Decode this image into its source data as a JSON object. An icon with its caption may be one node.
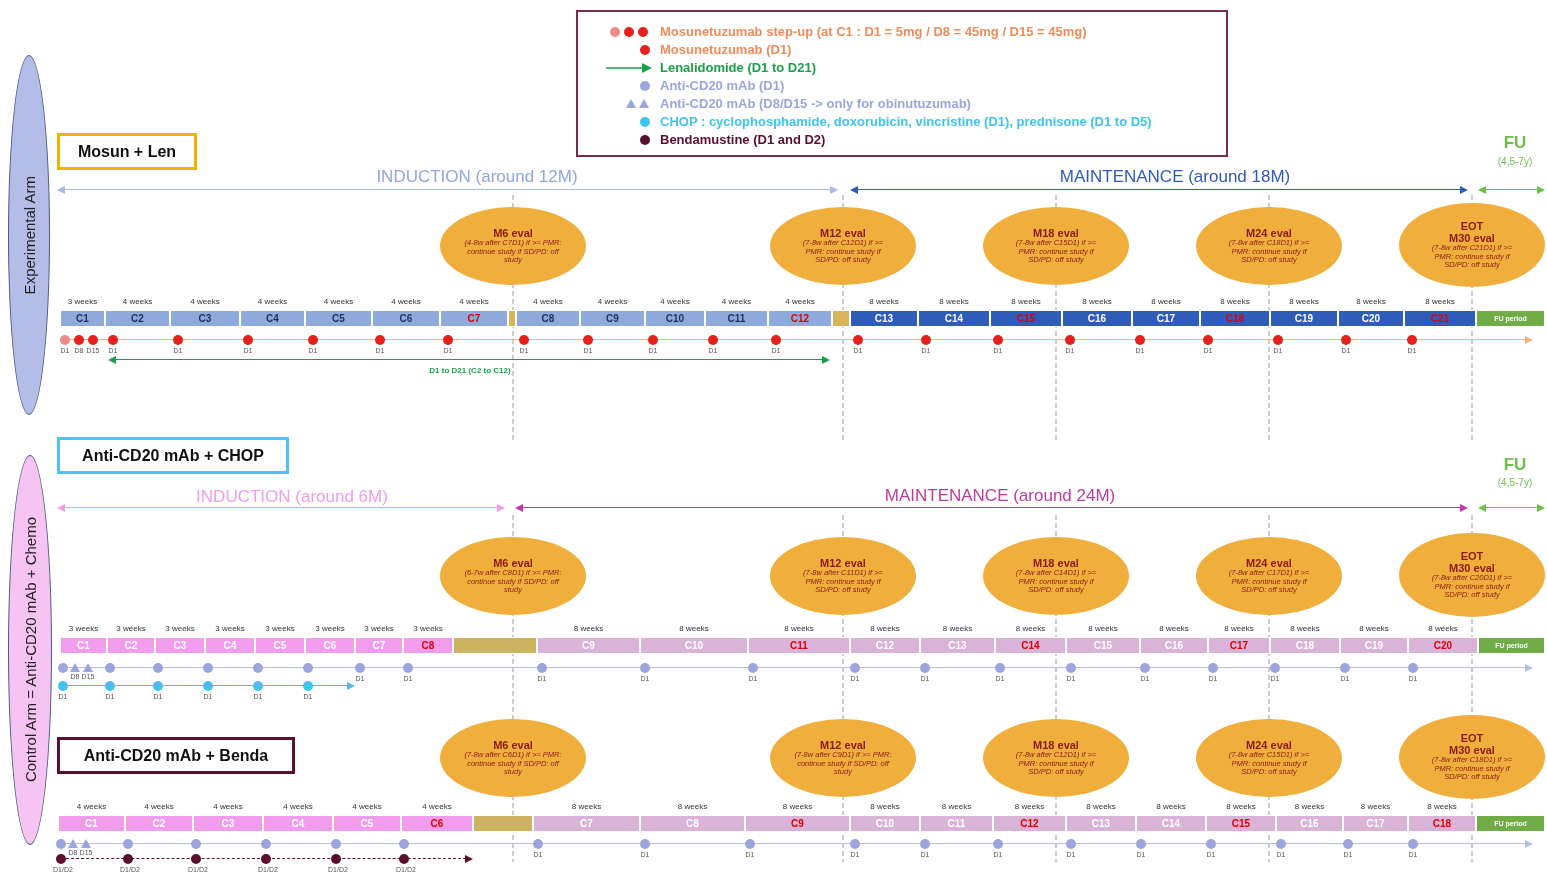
{
  "diagram": {
    "nodes": [
      {
        "text": [
          "Experimental Arm"
        ]
      },
      {
        "text": [
          "Mosun + Len"
        ]
      },
      {
        "text": [
          "M6 eval",
          "(4-8w after C7D1) if >= PMR: continue study if SD/PD: off study"
        ]
      },
      {
        "text": [
          "M12 eval",
          "(7-8w after C12D1) if >= PMR: continue study if SD/PD: off study"
        ]
      },
      {
        "text": [
          "M18 eval",
          "(7-8w after C15D1) if >= PMR: continue study if SD/PD: off study"
        ]
      },
      {
        "text": [
          "M24 eval",
          "(7-8w after C18D1) if >= PMR: continue study if SD/PD: off study"
        ]
      },
      {
        "text": [
          "EOT",
          "M30 eval",
          "(7-8w after C21D1) if >= PMR: continue study if SD/PD: off study"
        ]
      },
      {
        "text": [
          "C1"
        ],
        "beside": [
          "3 weeks",
          "D1",
          "D8",
          "D15"
        ]
      },
      {
        "text": [
          "C2"
        ],
        "beside": [
          "4 weeks",
          "D1"
        ]
      },
      {
        "text": [
          "C3"
        ],
        "beside": [
          "4 weeks",
          "D1"
        ]
      },
      {
        "text": [
          "C4"
        ],
        "beside": [
          "4 weeks",
          "D1"
        ]
      },
      {
        "text": [
          "C5"
        ],
        "beside": [
          "4 weeks",
          "D1"
        ]
      },
      {
        "text": [
          "C6"
        ],
        "beside": [
          "4 weeks",
          "D1"
        ]
      },
      {
        "text": [
          "C7"
        ],
        "beside": [
          "4 weeks",
          "D1"
        ]
      },
      {
        "text": [],
        "shape": "bar"
      },
      {
        "text": [
          "C8"
        ],
        "beside": [
          "4 weeks",
          "D1"
        ]
      },
      {
        "text": [
          "C9"
        ],
        "beside": [
          "4 weeks",
          "D1"
        ]
      },
      {
        "text": [
          "C10"
        ],
        "beside": [
          "4 weeks",
          "D1"
        ]
      },
      {
        "text": [
          "C11"
        ],
        "beside": [
          "4 weeks",
          "D1"
        ]
      },
      {
        "text": [
          "C12"
        ],
        "beside": [
          "4 weeks",
          "D1"
        ]
      },
      {
        "text": [],
        "shape": "bar"
      },
      {
        "text": [
          "C13"
        ],
        "beside": [
          "8 weeks",
          "D1"
        ]
      },
      {
        "text": [
          "C14"
        ],
        "beside": [
          "8 weeks",
          "D1"
        ]
      },
      {
        "text": [
          "C15"
        ],
        "beside": [
          "8 weeks",
          "D1"
        ]
      },
      {
        "text": [
          "C16"
        ],
        "beside": [
          "8 weeks",
          "D1"
        ]
      },
      {
        "text": [
          "C17"
        ],
        "beside": [
          "8 weeks",
          "D1"
        ]
      },
      {
        "text": [
          "C18"
        ],
        "beside": [
          "8 weeks",
          "D1"
        ]
      },
      {
        "text": [
          "C19"
        ],
        "beside": [
          "8 weeks",
          "D1"
        ]
      },
      {
        "text": [
          "C20"
        ],
        "beside": [
          "8 weeks",
          "D1"
        ]
      },
      {
        "text": [
          "C21"
        ],
        "beside": [
          "8 weeks",
          "D1"
        ]
      },
      {
        "text": [
          "FU period"
        ]
      },
      {
        "text": [
          "Control Arm = Anti-CD20 mAb + Chemo"
        ]
      },
      {
        "text": [
          "Anti-CD20 mAb + CHOP"
        ]
      },
      {
        "text": [
          "M6 eval",
          "(6-7w after C8D1) if >= PMR: continue study if SD/PD: off study"
        ]
      },
      {
        "text": [
          "M12 eval",
          "(7-8w after C11D1) if >= PMR: continue study if SD/PD: off study"
        ]
      },
      {
        "text": [
          "M18 eval",
          "(7-8w after C14D1) if >= PMR: continue study if SD/PD: off study"
        ]
      },
      {
        "text": [
          "M24 eval",
          "(7-8w after C17D1) if >= PMR: continue study if SD/PD: off study"
        ]
      },
      {
        "text": [
          "EOT",
          "M30 eval",
          "(7-8w after C20D1) if >= PMR: continue study if SD/PD: off study"
        ]
      },
      {
        "text": [
          "C1"
        ],
        "beside": [
          "3 weeks",
          "D8",
          "D15"
        ]
      },
      {
        "text": [
          "C2"
        ],
        "beside": [
          "3 weeks"
        ]
      },
      {
        "text": [
          "C3"
        ],
        "beside": [
          "3 weeks"
        ]
      },
      {
        "text": [
          "C4"
        ],
        "beside": [
          "3 weeks"
        ]
      },
      {
        "text": [
          "C5"
        ],
        "beside": [
          "3 weeks"
        ]
      },
      {
        "text": [
          "C6"
        ],
        "beside": [
          "3 weeks"
        ]
      },
      {
        "text": [
          "C7"
        ],
        "beside": [
          "3 weeks",
          "D1"
        ]
      },
      {
        "text": [
          "C8"
        ],
        "beside": [
          "3 weeks",
          "D1"
        ]
      },
      {
        "text": [],
        "shape": "bar"
      },
      {
        "text": [
          "C9"
        ],
        "beside": [
          "8 weeks",
          "D1"
        ]
      },
      {
        "text": [
          "C10"
        ],
        "beside": [
          "8 weeks",
          "D1"
        ]
      },
      {
        "text": [
          "C11"
        ],
        "beside": [
          "8 weeks",
          "D1"
        ]
      },
      {
        "text": [
          "C12"
        ],
        "beside": [
          "8 weeks",
          "D1"
        ]
      },
      {
        "text": [
          "C13"
        ],
        "beside": [
          "8 weeks",
          "D1"
        ]
      },
      {
        "text": [
          "C14"
        ],
        "beside": [
          "8 weeks",
          "D1"
        ]
      },
      {
        "text": [
          "C15"
        ],
        "beside": [
          "8 weeks",
          "D1"
        ]
      },
      {
        "text": [
          "C16"
        ],
        "beside": [
          "8 weeks",
          "D1"
        ]
      },
      {
        "text": [
          "C17"
        ],
        "beside": [
          "8 weeks",
          "D1"
        ]
      },
      {
        "text": [
          "C18"
        ],
        "beside": [
          "8 weeks",
          "D1"
        ]
      },
      {
        "text": [
          "C19"
        ],
        "beside": [
          "8 weeks",
          "D1"
        ]
      },
      {
        "text": [
          "C20"
        ],
        "beside": [
          "8 weeks",
          "D1"
        ]
      },
      {
        "text": [
          "FU period"
        ]
      },
      {
        "text": [
          "Anti-CD20 mAb + Benda"
        ]
      },
      {
        "text": [
          "M6 eval",
          "(7-8w after C6D1) if >= PMR: continue study if SD/PD: off study"
        ]
      },
      {
        "text": [
          "M12 eval",
          "(7-8w after C9D1) if >= PMR: continue study if SD/PD: off study"
        ]
      },
      {
        "text": [
          "M18 eval",
          "(7-8w after C12D1) if >= PMR: continue study if SD/PD: off study"
        ]
      },
      {
        "text": [
          "M24 eval",
          "(7-8w after C15D1) if >= PMR: continue study if SD/PD: off study"
        ]
      },
      {
        "text": [
          "EOT",
          "M30 eval",
          "(7-8w after C18D1) if >= PMR: continue study if SD/PD: off study"
        ]
      },
      {
        "text": [
          "C1"
        ],
        "beside": [
          "4 weeks",
          "D8",
          "D15"
        ]
      },
      {
        "text": [
          "C2"
        ],
        "beside": [
          "4 weeks"
        ]
      },
      {
        "text": [
          "C3"
        ],
        "beside": [
          "4 weeks"
        ]
      },
      {
        "text": [
          "C4"
        ],
        "beside": [
          "4 weeks"
        ]
      },
      {
        "text": [
          "C5"
        ],
        "beside": [
          "4 weeks"
        ]
      },
      {
        "text": [
          "C6"
        ],
        "beside": [
          "4 weeks"
        ]
      },
      {
        "text": [],
        "shape": "bar"
      },
      {
        "text": [
          "C7"
        ],
        "beside": [
          "8 weeks",
          "D1"
        ]
      },
      {
        "text": [
          "C8"
        ],
        "beside": [
          "8 weeks",
          "D1"
        ]
      },
      {
        "text": [
          "C9"
        ],
        "beside": [
          "8 weeks",
          "D1"
        ]
      },
      {
        "text": [
          "C10"
        ],
        "beside": [
          "8 weeks",
          "D1"
        ]
      },
      {
        "text": [
          "C11"
        ],
        "beside": [
          "8 weeks",
          "D1"
        ]
      },
      {
        "text": [
          "C12"
        ],
        "beside": [
          "8 weeks",
          "D1"
        ]
      },
      {
        "text": [
          "C13"
        ],
        "beside": [
          "8 weeks",
          "D1"
        ]
      },
      {
        "text": [
          "C14"
        ],
        "beside": [
          "8 weeks",
          "D1"
        ]
      },
      {
        "text": [
          "C15"
        ],
        "beside": [
          "8 weeks",
          "D1"
        ]
      },
      {
        "text": [
          "C16"
        ],
        "beside": [
          "8 weeks",
          "D1"
        ]
      },
      {
        "text": [
          "C17"
        ],
        "beside": [
          "8 weeks",
          "D1"
        ]
      },
      {
        "text": [
          "C18"
        ],
        "beside": [
          "8 weeks",
          "D1"
        ]
      },
      {
        "text": [
          "FU period"
        ]
      }
    ],
    "labels": [
      "FU",
      "(4,5-7y)",
      "INDUCTION (around 12M)",
      "MAINTENANCE (around 18M)",
      "D1 to D21 (C2 to C12)",
      "FU",
      "(4,5-7y)",
      "INDUCTION (around 6M)",
      "MAINTENANCE (around 24M)",
      "D1",
      "D1",
      "D1",
      "D1",
      "D1",
      "D1",
      "D1/D2",
      "D1/D2",
      "D1/D2",
      "D1/D2",
      "D1/D2",
      "D1/D2"
    ],
    "legend": [
      {
        "text": "Mosunetuzumab step-up (at C1 : D1 = 5mg / D8 = 45mg / D15 = 45mg)",
        "color": "#e8201c"
      },
      {
        "text": "Mosunetuzumab (D1)",
        "color": "#e8201c"
      },
      {
        "text": "Lenalidomide (D1 to D21)"
      },
      {
        "text": "Anti-CD20 mAb (D1)",
        "color": "#9ba6dc"
      },
      {
        "text": "Anti-CD20 mAb (D8/D15 -> only for obinutuzumab)"
      },
      {
        "text": "CHOP : cyclophosphamide, doxorubicin, vincristine (D1), prednisone (D1 to D5)",
        "color": "#3fc4ee"
      },
      {
        "text": "Bendamustine (D1 and D2)",
        "color": "#5b0f2e"
      }
    ]
  }
}
